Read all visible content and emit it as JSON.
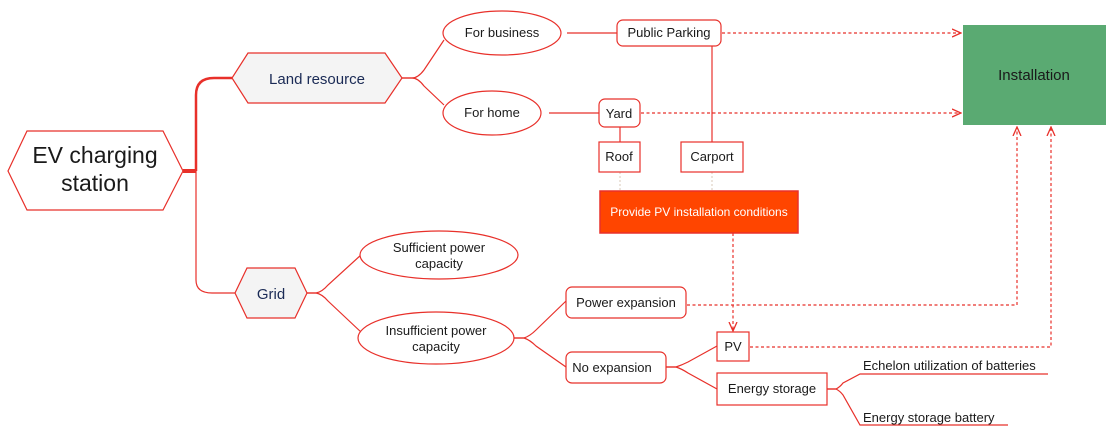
{
  "nodes": {
    "ev_station": {
      "line1": "EV charging",
      "line2": "station"
    },
    "land_resource": "Land resource",
    "grid": "Grid",
    "for_business": "For business",
    "for_home": "For home",
    "public_parking": "Public Parking",
    "yard": "Yard",
    "roof": "Roof",
    "carport": "Carport",
    "provide_pv": "Provide PV installation conditions",
    "installation": "Installation",
    "sufficient": {
      "line1": "Sufficient power",
      "line2": "capacity"
    },
    "insufficient": {
      "line1": "Insufficient power",
      "line2": "capacity"
    },
    "power_expansion": "Power expansion",
    "no_expansion": "No expansion",
    "pv": "PV",
    "energy_storage": "Energy storage",
    "echelon": "Echelon utilization of batteries",
    "es_battery": "Energy storage battery"
  },
  "colors": {
    "line": "#e8302a",
    "hex_fill": "#f4f4f4",
    "hex_stroke": "#e8302a",
    "installation_fill": "#5aaa72",
    "provide_fill": "#ff4500",
    "text": "#1a1a1a",
    "hex_text": "#1a2a55",
    "white": "#ffffff"
  }
}
